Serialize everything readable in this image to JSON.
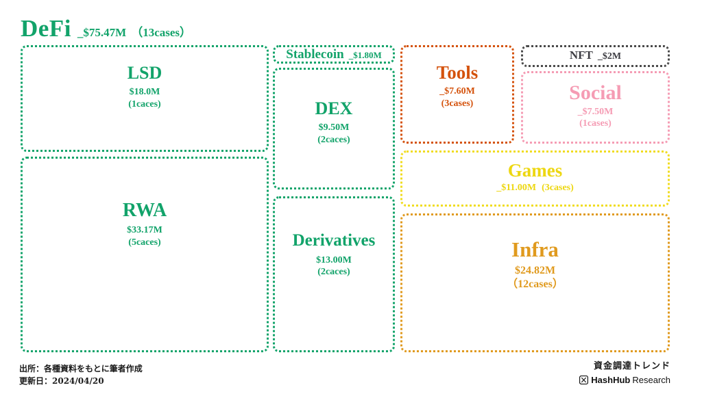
{
  "header": {
    "title": "DeFi",
    "amount": "_$75.47M",
    "cases": "（13cases）"
  },
  "boxes": {
    "lsd": {
      "name": "LSD",
      "amount": "$18.0M",
      "cases": "(1caces)",
      "color": "#12A36A"
    },
    "rwa": {
      "name": "RWA",
      "amount": "$33.17M",
      "cases": "(5caces)",
      "color": "#12A36A"
    },
    "stablecoin": {
      "name": "Stablecoin",
      "amount": "_$1.80M",
      "cases": "",
      "color": "#12A36A"
    },
    "dex": {
      "name": "DEX",
      "amount": "$9.50M",
      "cases": "(2caces)",
      "color": "#12A36A"
    },
    "derivatives": {
      "name": "Derivatives",
      "amount": "$13.00M",
      "cases": "(2caces)",
      "color": "#12A36A"
    },
    "tools": {
      "name": "Tools",
      "amount": "_$7.60M",
      "cases": "(3cases)",
      "color": "#D4520C"
    },
    "nft": {
      "name": "NFT",
      "amount": "_$2M",
      "cases": "",
      "color": "#3C3C42"
    },
    "social": {
      "name": "Social",
      "amount": "_$7.50M",
      "cases": "(1cases)",
      "color": "#F59CB4"
    },
    "games": {
      "name": "Games",
      "amount": "_$11.00M",
      "cases": "(3cases)",
      "color": "#EDD712"
    },
    "infra": {
      "name": "Infra",
      "amount": "$24.82M",
      "cases": "（12cases）",
      "color": "#E09A1E"
    }
  },
  "footer": {
    "source": "出所：各種資料をもとに筆者作成",
    "updated": "更新日：2024/04/20",
    "tagline": "資金調達トレンド",
    "brand_name": "HashHub",
    "brand_sub": "Research"
  }
}
